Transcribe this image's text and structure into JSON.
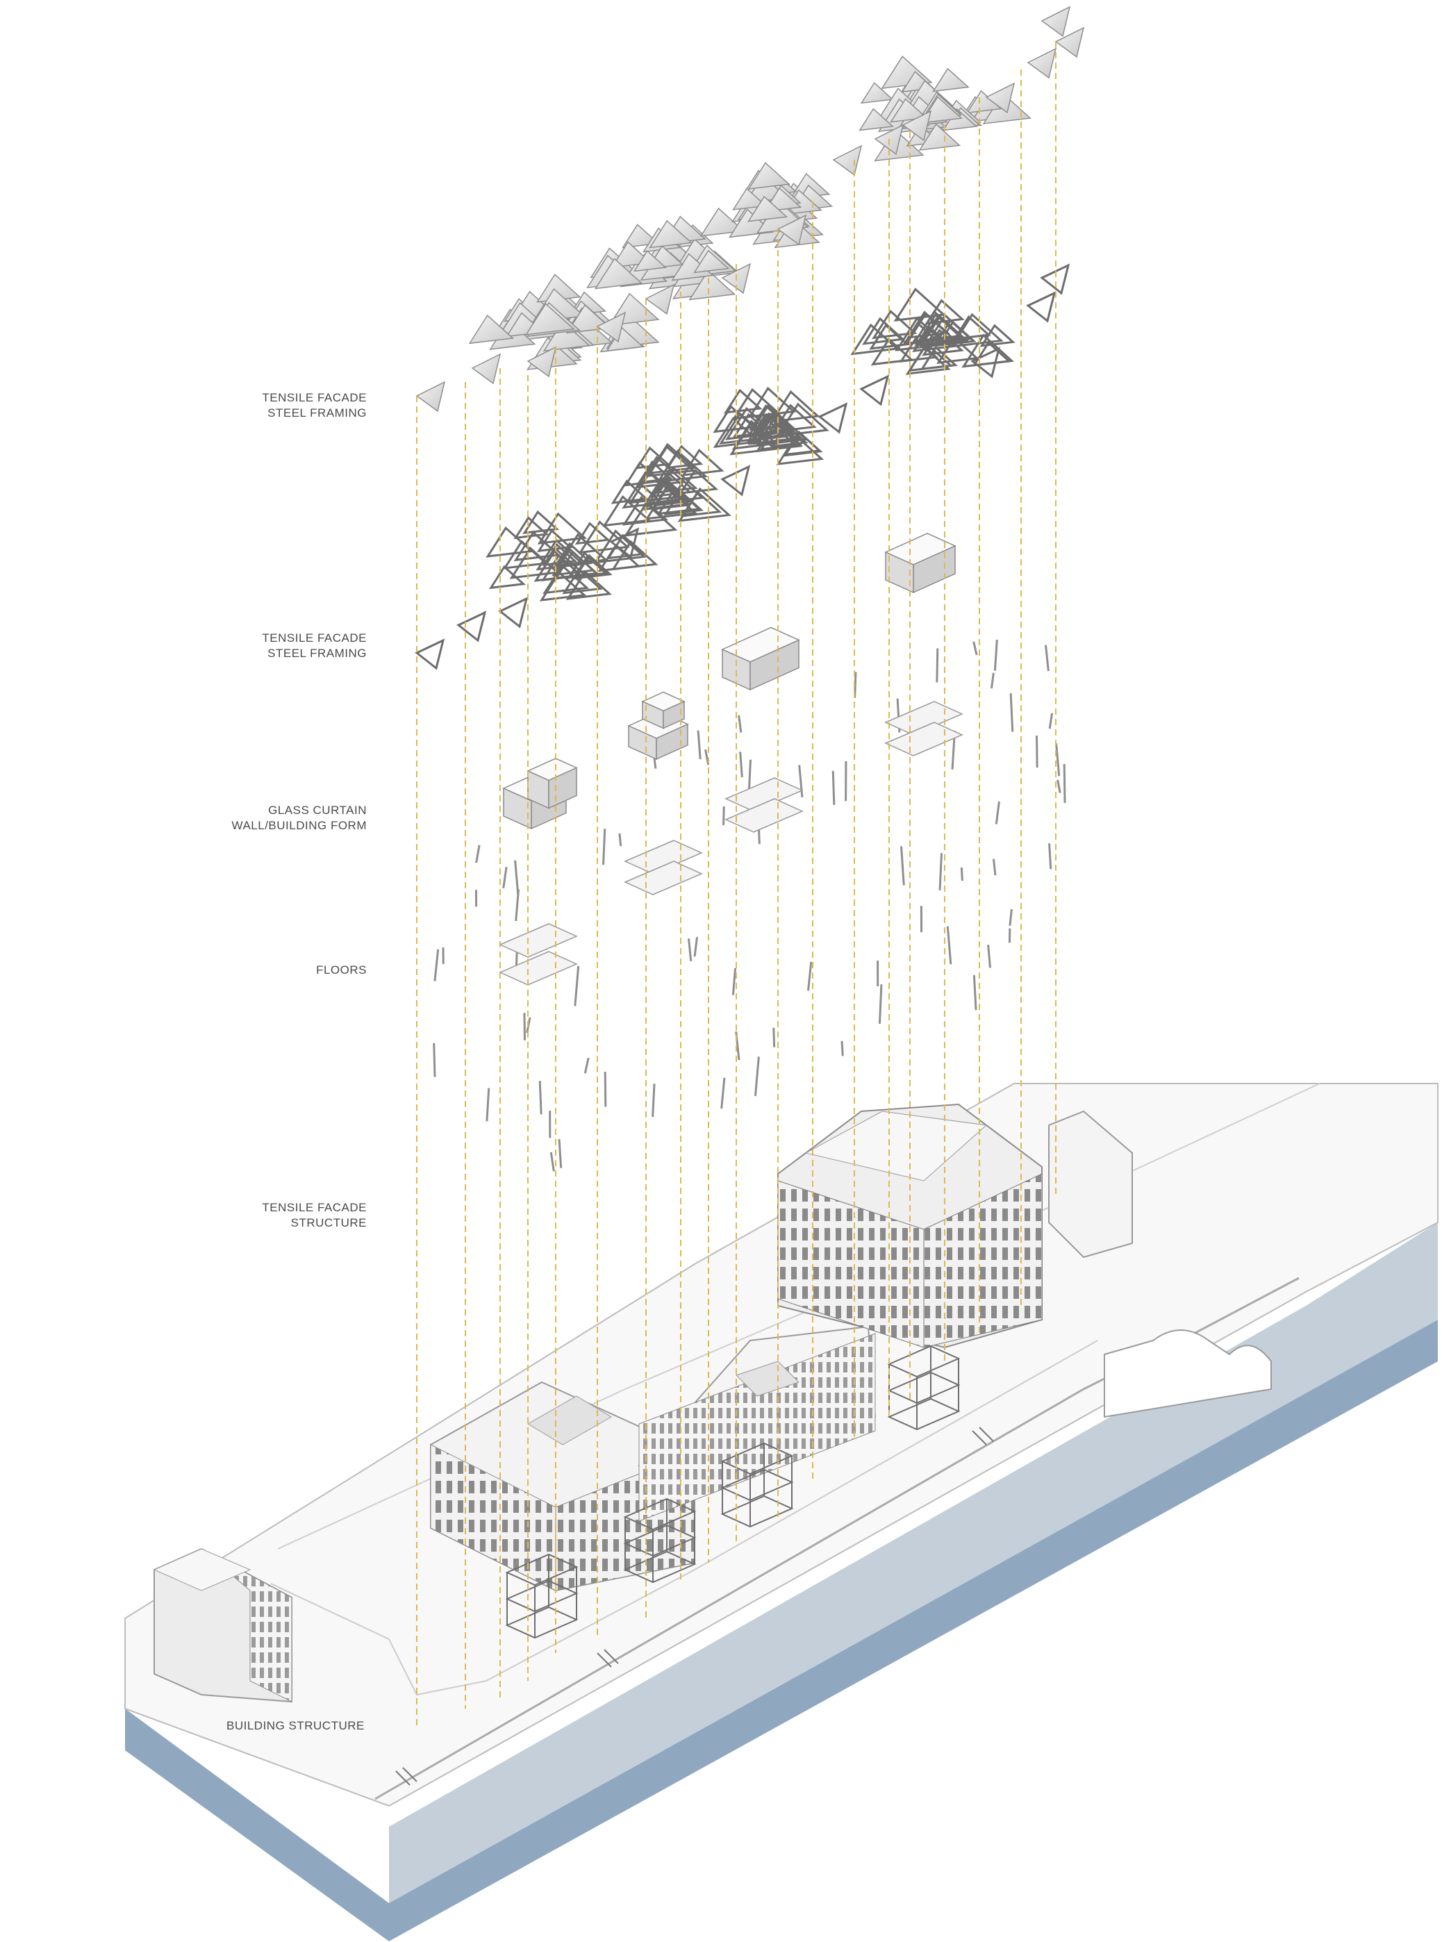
{
  "labels": {
    "tensile_facade_steel_framing_1": "TENSILE FACADE\nSTEEL FRAMING",
    "tensile_facade_steel_framing_2": "TENSILE FACADE\nSTEEL FRAMING",
    "glass_curtain_wall": "GLASS CURTAIN\nWALL/BUILDING FORM",
    "floors": "FLOORS",
    "tensile_facade_structure": "TENSILE FACADE\nSTRUCTURE",
    "building_structure": "BUILDING STRUCTURE"
  },
  "colors": {
    "guide_line": "#e0b850",
    "panel_fill": "#e6e6e6",
    "panel_stroke": "#8e8e8e",
    "frame_stroke": "#6f6f6f",
    "water_top": "#c9d2dc",
    "water_side": "#8fa8c0",
    "site_fill": "#f7f7f7",
    "site_stroke": "#b9b9b9"
  }
}
